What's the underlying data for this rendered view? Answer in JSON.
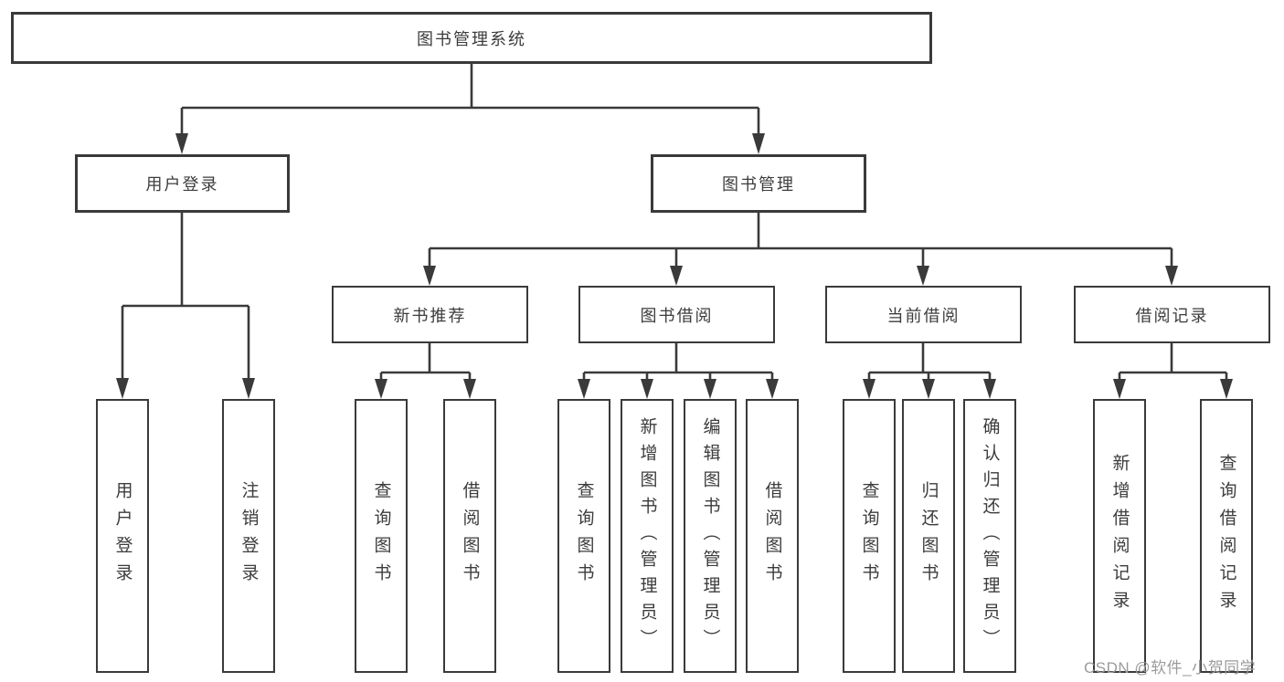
{
  "diagram": {
    "title": "图书管理系统",
    "root": {
      "label": "图书管理系统"
    },
    "level2": [
      {
        "label": "用户登录",
        "children": [
          "用户登录",
          "注销登录"
        ]
      },
      {
        "label": "图书管理",
        "children": [
          {
            "label": "新书推荐",
            "children": [
              "查询图书",
              "借阅图书"
            ]
          },
          {
            "label": "图书借阅",
            "children": [
              "查询图书",
              "新增图书（管理员）",
              "编辑图书（管理员）",
              "借阅图书"
            ]
          },
          {
            "label": "当前借阅",
            "children": [
              "查询图书",
              "归还图书",
              "确认归还（管理员）"
            ]
          },
          {
            "label": "借阅记录",
            "children": [
              "新增借阅记录",
              "查询借阅记录"
            ]
          }
        ]
      }
    ],
    "colors": {
      "line": "#3a3a3a",
      "box_border": "#3a3a3a",
      "text": "#3c3c3c",
      "background": "#ffffff",
      "watermark": "#9b9b9b"
    }
  },
  "watermark": {
    "text": "CSDN @软件_小贺同学"
  }
}
